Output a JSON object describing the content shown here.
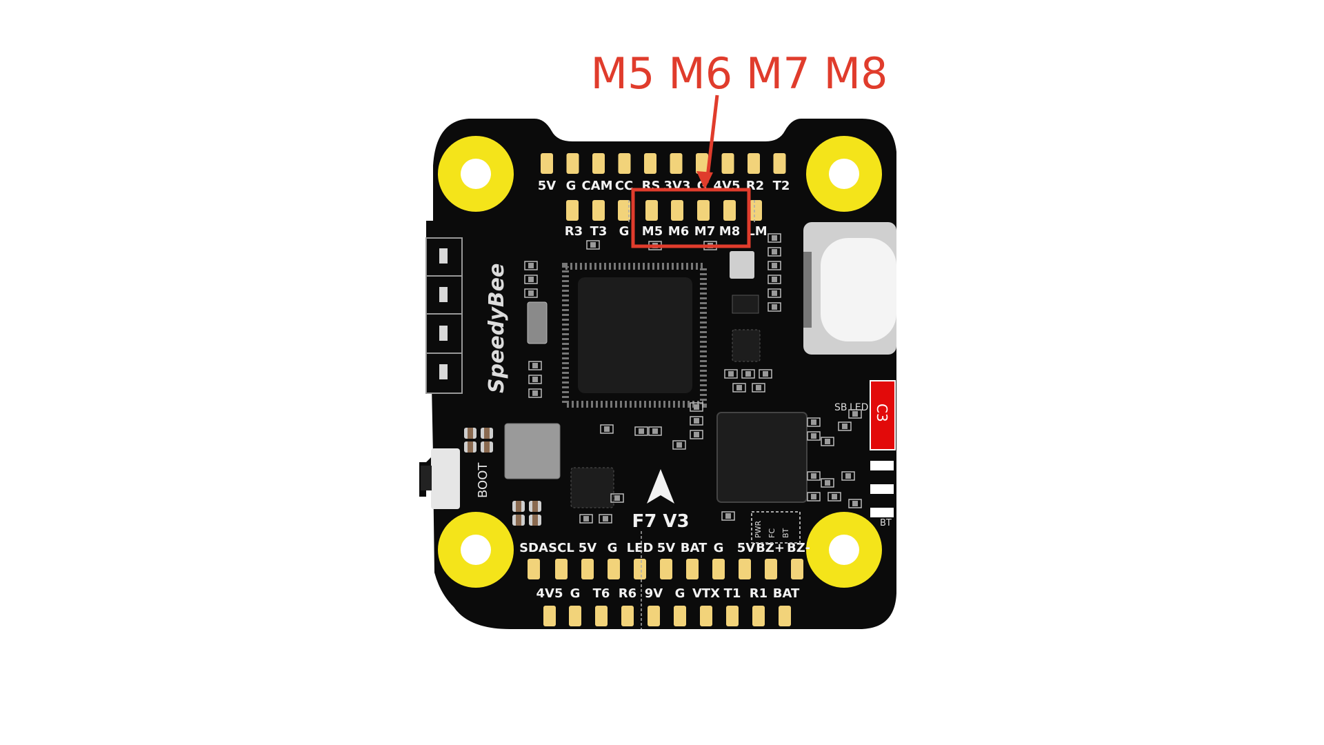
{
  "callout": {
    "text": "M5 M6 M7 M8",
    "color": "#e03c2c"
  },
  "board": {
    "brand": "SpeedyBee",
    "model": "F7 V3",
    "pcb_color": "#0b0b0b",
    "pad_color": "#f2d37a",
    "mount_color": "#f4e41a",
    "top_row1_labels": [
      "5V",
      "G",
      "CAM",
      "CC",
      "RS",
      "3V3",
      "G",
      "4V5",
      "R2",
      "T2"
    ],
    "top_row2_labels": [
      "R3",
      "T3",
      "G",
      "M5",
      "M6",
      "M7",
      "M8",
      "LM"
    ],
    "bottom_row1_labels": [
      "SDA",
      "SCL",
      "5V",
      "G",
      "LED",
      "5V",
      "BAT",
      "G",
      "5V",
      "BZ+",
      "BZ-"
    ],
    "bottom_row2_labels": [
      "4V5",
      "G",
      "T6",
      "R6",
      "9V",
      "G",
      "VTX",
      "T1",
      "R1",
      "BAT"
    ],
    "boot_label": "BOOT",
    "c3_label": "C3",
    "sb_label": "SB",
    "led_label": "LED",
    "bt_label": "BT",
    "pwr_labels": [
      "PWR",
      "FC",
      "BT"
    ]
  }
}
